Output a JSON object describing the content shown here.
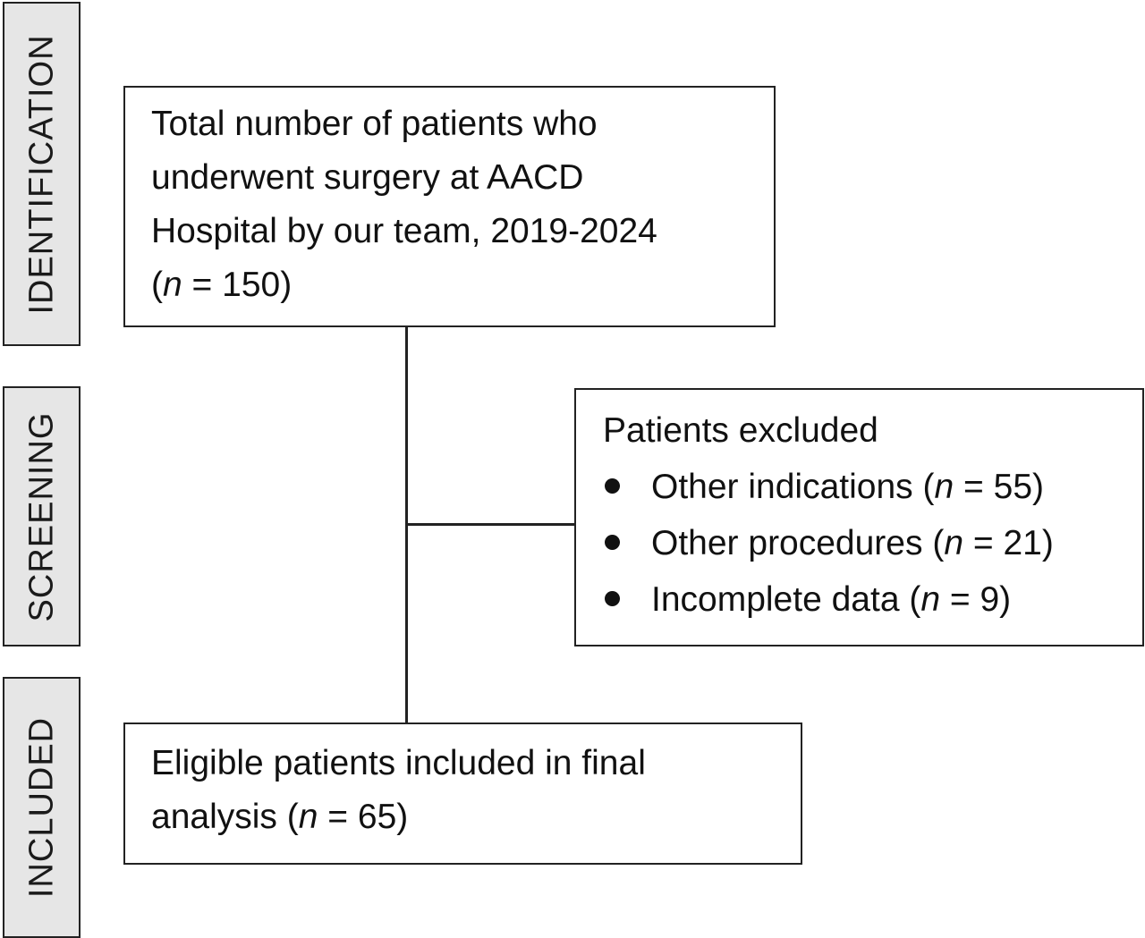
{
  "stages": {
    "identification": "IDENTIFICATION",
    "screening": "SCREENING",
    "included": "INCLUDED"
  },
  "total_box": {
    "lines": [
      "Total number of patients who",
      "underwent surgery at AACD",
      "Hospital by our team, 2019-2024"
    ],
    "count_prefix": "(",
    "count_var": "n",
    "count_rest": " = 150)"
  },
  "excluded_box": {
    "title": "Patients excluded",
    "items": [
      {
        "label": "Other indications (",
        "var": "n",
        "rest": " = 55)"
      },
      {
        "label": "Other procedures (",
        "var": "n",
        "rest": " = 21)"
      },
      {
        "label": "Incomplete data (",
        "var": "n",
        "rest": " = 9)"
      }
    ]
  },
  "eligible_box": {
    "line1": "Eligible patients included in final",
    "line2_prefix": "analysis (",
    "line2_var": "n",
    "line2_rest": " = 65)"
  }
}
